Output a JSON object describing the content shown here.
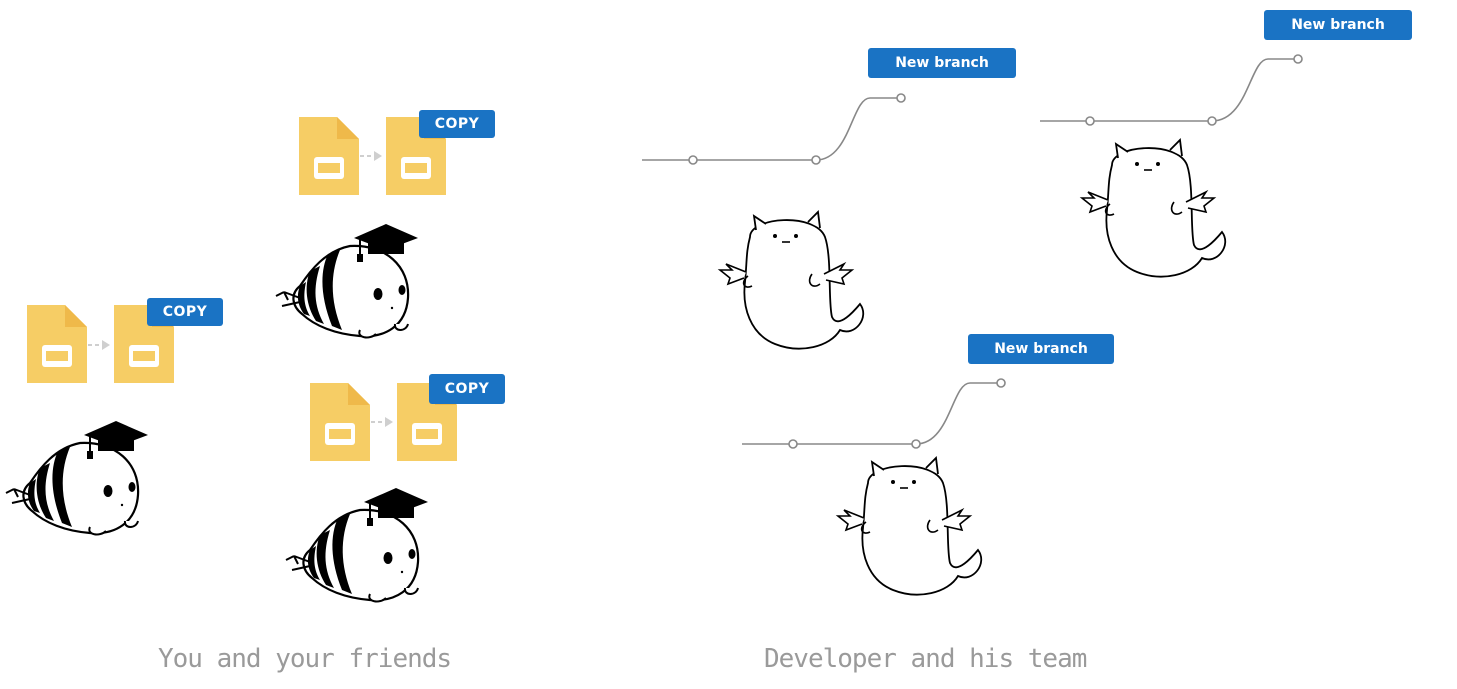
{
  "copy_label": "COPY",
  "branch_label": "New branch",
  "captions": {
    "left": "You and your friends",
    "right": "Developer and his team"
  },
  "colors": {
    "file": "#f6cd65",
    "file_fold": "#efb94a",
    "tag": "#1a73c4",
    "branch_line": "#888888",
    "caption": "#9a9a9a"
  },
  "icons": [
    "document-icon",
    "arrow-right-icon",
    "bee-graduate-icon",
    "ghost-devil-icon",
    "git-branch-icon"
  ]
}
